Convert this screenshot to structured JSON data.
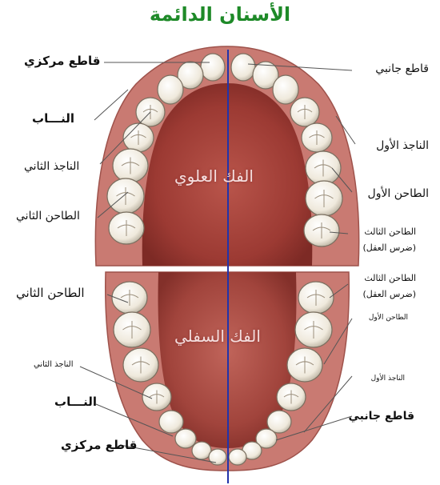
{
  "title": "الأسنان الدائمة",
  "jaws": {
    "upper": "الفك العلوي",
    "lower": "الفك السفلي"
  },
  "labels": {
    "central_incisor_upper": "قاطع مركزي",
    "lateral_incisor_upper": "قاطع جانبي",
    "canine_upper": "النـــاب",
    "first_premolar_upper": "الناجذ الأول",
    "second_premolar_upper": "الناجذ الثاني",
    "first_molar_upper": "الطاحن الأول",
    "second_molar_upper": "الطاحن الثاني",
    "third_molar_upper": "الطاحن الثالث",
    "wisdom_upper": "(ضرس العقل)",
    "third_molar_lower": "الطاحن الثالث",
    "wisdom_lower": "(ضرس العقل)",
    "second_molar_lower": "الطاحن الثاني",
    "first_molar_lower": "الطاحن الأول",
    "second_premolar_lower": "الناجذ الثاني",
    "first_premolar_lower": "الناجذ الأول",
    "canine_lower": "النـــاب",
    "lateral_incisor_lower": "قاطع جانبي",
    "central_incisor_lower": "قاطع مركزي"
  },
  "colors": {
    "title": "#1e8a28",
    "midline": "#2233aa",
    "gum": "#c97a72",
    "palate": "#a9443d",
    "tooth": "#f3efe6"
  }
}
